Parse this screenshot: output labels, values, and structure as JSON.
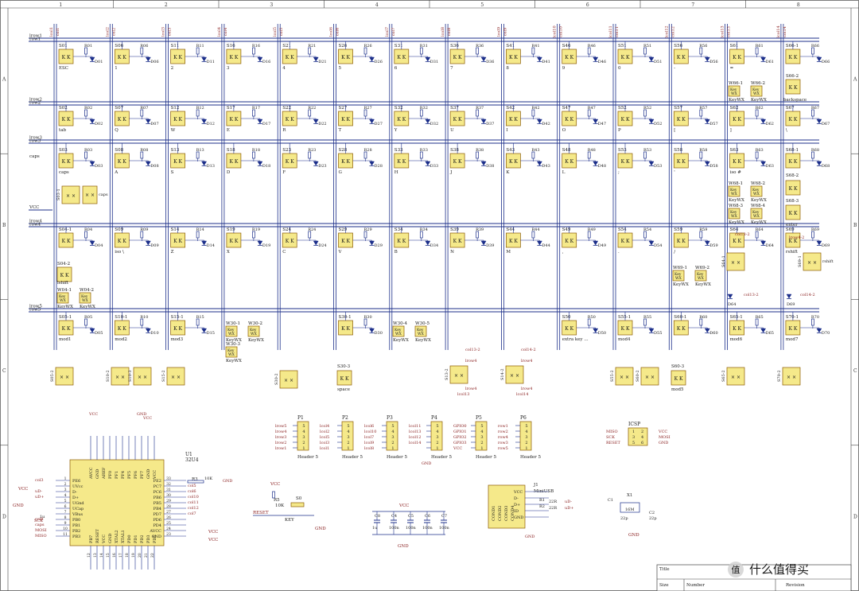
{
  "border": {
    "columns": [
      "1",
      "2",
      "3",
      "4",
      "5",
      "6",
      "7",
      "8"
    ],
    "rows": [
      "A",
      "B",
      "C",
      "D"
    ]
  },
  "colors": {
    "wire": "#1c2f8a",
    "frame": "#444444",
    "component": "#f5e98a",
    "component_stroke": "#8a5a00",
    "net_label": "#8a2020"
  },
  "column_nets": [
    "col1",
    "col2",
    "col3",
    "col4",
    "col5",
    "col6",
    "col7",
    "col8",
    "col9",
    "col10",
    "col11",
    "col12",
    "col13",
    "col14"
  ],
  "row_net_labels": [
    {
      "a": "lrow1",
      "b": "row1"
    },
    {
      "a": "lrow2",
      "b": "row2"
    },
    {
      "a": "lrow3",
      "b": "row3"
    },
    {
      "a": "lrow4",
      "b": "row4"
    },
    {
      "a": "lrow5",
      "b": "row5"
    }
  ],
  "caps_label": "caps",
  "vcc_label": "VCC",
  "matrix_rows": [
    [
      {
        "ref": "S01",
        "key": "ESC",
        "r": "R01",
        "d": "D01"
      },
      {
        "ref": "S06",
        "key": "1",
        "r": "R06",
        "d": "D06"
      },
      {
        "ref": "S11",
        "key": "2",
        "r": "R11",
        "d": "D11"
      },
      {
        "ref": "S16",
        "key": "3",
        "r": "R16",
        "d": "D16"
      },
      {
        "ref": "S21",
        "key": "4",
        "r": "R21",
        "d": "D21"
      },
      {
        "ref": "S26",
        "key": "5",
        "r": "R26",
        "d": "D26"
      },
      {
        "ref": "S31",
        "key": "6",
        "r": "R31",
        "d": "D31"
      },
      {
        "ref": "S36",
        "key": "7",
        "r": "R36",
        "d": "D36"
      },
      {
        "ref": "S41",
        "key": "8",
        "r": "R41",
        "d": "D41"
      },
      {
        "ref": "S46",
        "key": "9",
        "r": "R46",
        "d": "D46"
      },
      {
        "ref": "S51",
        "key": "0",
        "r": "R51",
        "d": "D51"
      },
      {
        "ref": "S56",
        "key": "-",
        "r": "R56",
        "d": "D56"
      },
      {
        "ref": "S61",
        "key": "=",
        "r": "R61",
        "d": "D61"
      },
      {
        "ref": "S66-1",
        "key": "",
        "r": "R66",
        "d": "D66"
      }
    ],
    [
      {
        "ref": "S02",
        "key": "tab",
        "r": "R02",
        "d": "D02"
      },
      {
        "ref": "S07",
        "key": "Q",
        "r": "R07",
        "d": "D07"
      },
      {
        "ref": "S12",
        "key": "W",
        "r": "R12",
        "d": "D12"
      },
      {
        "ref": "S17",
        "key": "E",
        "r": "R17",
        "d": "D17"
      },
      {
        "ref": "S22",
        "key": "R",
        "r": "R22",
        "d": "D22"
      },
      {
        "ref": "S27",
        "key": "T",
        "r": "R27",
        "d": "D27"
      },
      {
        "ref": "S32",
        "key": "Y",
        "r": "R32",
        "d": "D32"
      },
      {
        "ref": "S37",
        "key": "U",
        "r": "R37",
        "d": "D37"
      },
      {
        "ref": "S42",
        "key": "I",
        "r": "R42",
        "d": "D42"
      },
      {
        "ref": "S47",
        "key": "O",
        "r": "R47",
        "d": "D47"
      },
      {
        "ref": "S52",
        "key": "P",
        "r": "R52",
        "d": "D52"
      },
      {
        "ref": "S57",
        "key": "[",
        "r": "R57",
        "d": "D57"
      },
      {
        "ref": "S62",
        "key": "]",
        "r": "R62",
        "d": "D62"
      },
      {
        "ref": "S67",
        "key": "\\",
        "r": "R67",
        "d": "D67"
      }
    ],
    [
      {
        "ref": "S03",
        "key": "caps",
        "r": "R03",
        "d": "D03"
      },
      {
        "ref": "S08",
        "key": "A",
        "r": "R08",
        "d": "D08"
      },
      {
        "ref": "S13",
        "key": "S",
        "r": "R13",
        "d": "D13"
      },
      {
        "ref": "S18",
        "key": "D",
        "r": "R18",
        "d": "D18"
      },
      {
        "ref": "S23",
        "key": "F",
        "r": "R23",
        "d": "D23"
      },
      {
        "ref": "S28",
        "key": "G",
        "r": "R28",
        "d": "D28"
      },
      {
        "ref": "S33",
        "key": "H",
        "r": "R33",
        "d": "D33"
      },
      {
        "ref": "S38",
        "key": "J",
        "r": "R38",
        "d": "D38"
      },
      {
        "ref": "S43",
        "key": "K",
        "r": "R43",
        "d": "D43"
      },
      {
        "ref": "S48",
        "key": "L",
        "r": "R48",
        "d": "D48"
      },
      {
        "ref": "S53",
        "key": ";",
        "r": "R53",
        "d": "D53"
      },
      {
        "ref": "S58",
        "key": "'",
        "r": "R58",
        "d": "D58"
      },
      {
        "ref": "S63",
        "key": "iso #",
        "r": "R63",
        "d": "D63"
      },
      {
        "ref": "S68-1",
        "key": "",
        "r": "R68",
        "d": "D68"
      }
    ],
    [
      {
        "ref": "S04-1",
        "key": "",
        "r": "R04",
        "d": "D04"
      },
      {
        "ref": "S09",
        "key": "iso \\",
        "r": "R09",
        "d": "D09"
      },
      {
        "ref": "S14",
        "key": "Z",
        "r": "R14",
        "d": "D14"
      },
      {
        "ref": "S19",
        "key": "X",
        "r": "R19",
        "d": "D19"
      },
      {
        "ref": "S24",
        "key": "C",
        "r": "R24",
        "d": "D24"
      },
      {
        "ref": "S29",
        "key": "V",
        "r": "R29",
        "d": "D29"
      },
      {
        "ref": "S34",
        "key": "B",
        "r": "R34",
        "d": "D34"
      },
      {
        "ref": "S39",
        "key": "N",
        "r": "R39",
        "d": "D39"
      },
      {
        "ref": "S44",
        "key": "M",
        "r": "R44",
        "d": "D44"
      },
      {
        "ref": "S49",
        "key": ",",
        "r": "R49",
        "d": "D49"
      },
      {
        "ref": "S54",
        "key": ".",
        "r": "R54",
        "d": "D54"
      },
      {
        "ref": "S59",
        "key": "/",
        "r": "R59",
        "d": "D59"
      },
      {
        "ref": "S64",
        "key": "",
        "r": "R64",
        "d": "D64"
      },
      {
        "ref": "S69",
        "key": "rshift",
        "r": "R69",
        "d": "D69"
      }
    ],
    [
      {
        "ref": "S05-1",
        "key": "mod1",
        "r": "R05",
        "d": "D05"
      },
      {
        "ref": "S10-1",
        "key": "mod2",
        "r": "R10",
        "d": "D10"
      },
      {
        "ref": "S15-1",
        "key": "mod3",
        "r": "R15",
        "d": "D15"
      },
      {
        "ref": "",
        "key": "",
        "r": "",
        "d": ""
      },
      {
        "ref": "",
        "key": "",
        "r": "",
        "d": ""
      },
      {
        "ref": "S30-1",
        "key": "",
        "r": "R30",
        "d": "D30"
      },
      {
        "ref": "",
        "key": "",
        "r": "",
        "d": ""
      },
      {
        "ref": "",
        "key": "",
        "r": "",
        "d": ""
      },
      {
        "ref": "",
        "key": "",
        "r": "",
        "d": ""
      },
      {
        "ref": "S50",
        "key": "extra key ...",
        "r": "R50",
        "d": "D50"
      },
      {
        "ref": "S55-1",
        "key": "mod4",
        "r": "R55",
        "d": "D55"
      },
      {
        "ref": "S60-1",
        "key": "",
        "r": "R60",
        "d": "D60"
      },
      {
        "ref": "S65-1",
        "key": "mod6",
        "r": "R65",
        "d": "D65"
      },
      {
        "ref": "S70-1",
        "key": "mod7",
        "r": "R70",
        "d": "D70"
      }
    ]
  ],
  "extras": {
    "s66_2": "S66-2",
    "backspace": "backspace",
    "w66_1": "W66-1",
    "w66_2": "W66-2",
    "keywx": "KeyWX",
    "wx": "WX",
    "kk": "K K",
    "s68_2": "S68-2",
    "s68_3": "S68-3",
    "enter": "enter",
    "w68_1": "W68-1",
    "w68_2": "W68-2",
    "w68_3": "W68-3",
    "w68_4": "W68-4",
    "s03_1": "S03-1",
    "caps_key": "caps",
    "s04_2": "S04-2",
    "lshift": "lshift",
    "w04_1": "W04-1",
    "w04_2": "W04-2",
    "w69_1": "W69-1",
    "w69_2": "W69-2",
    "s64_1": "S64-1",
    "s69_1": "S69-1",
    "coll3_2": "col13-2",
    "coll4_2": "col14-2",
    "lrow4_2": "lrow4-2",
    "d64": "D64",
    "d69": "D69",
    "w30_1": "W30-1",
    "w30_2": "W30-2",
    "w30_3": "W30-3",
    "w30_4": "W30-4",
    "w30_5": "W30-5",
    "s30_2": "S30-2",
    "s30_3": "S30-3",
    "space": "space",
    "s05_2": "S05-2",
    "s10_2": "S10-2",
    "s10_3": "S10-3",
    "s15_2": "S15-2",
    "s55_2": "S55-2",
    "s60_2": "S60-2",
    "s60_3": "S60-3",
    "mod5": "mod5",
    "s65_2": "S65-2",
    "s70_2": "S70-2",
    "col13_box": "S13-2",
    "row4_a": "lrow4",
    "col13_a": "lcol13",
    "col14_box": "S14-2",
    "col14_a": "lcol14"
  },
  "mcu": {
    "ref": "U1",
    "part": "32U4",
    "left_pins": [
      "PE6",
      "UVcc",
      "D-",
      "D+",
      "UGnd",
      "UCap",
      "VBus",
      "PB0",
      "PB1",
      "PB2",
      "PB3"
    ],
    "left_nums": [
      "1",
      "2",
      "3",
      "4",
      "5",
      "6",
      "7",
      "8",
      "9",
      "10",
      "11"
    ],
    "left_nets": [
      "col3",
      "",
      "uD-",
      "uD+",
      "",
      "",
      "",
      "col8",
      "caps",
      "MOSI",
      "MISO"
    ],
    "right_pins": [
      "PE2",
      "PC7",
      "PC6",
      "PB6",
      "PB5",
      "PB4",
      "PD7",
      "PD6",
      "PD4",
      "AVCC",
      "GND"
    ],
    "right_nums": [
      "33",
      "32",
      "31",
      "30",
      "29",
      "28",
      "27",
      "26",
      "25",
      "24",
      "23"
    ],
    "right_nets": [
      "",
      "col5",
      "col6",
      "col10",
      "col11",
      "col12",
      "col7",
      "",
      ""
    ],
    "top_pins": [
      "AVCC",
      "GND",
      "AREF",
      "PF0",
      "PF1",
      "PF4",
      "PF5",
      "PF6",
      "PF7",
      "GND",
      "VCC"
    ],
    "bottom_pins": [
      "PB7",
      "RESET",
      "VCC",
      "GND",
      "XTAL2",
      "XTAL1",
      "PD0",
      "PD1",
      "PD2",
      "PD3",
      "PD5"
    ],
    "bottom_nums": [
      "12",
      "13",
      "14",
      "15",
      "16",
      "17",
      "18",
      "19",
      "20",
      "21",
      "22"
    ],
    "r3": "R3",
    "r3_val": "10K",
    "gnd": "GND",
    "vcc": "VCC",
    "cap": "1u",
    "sck": "SCK"
  },
  "headers": [
    {
      "ref": "P1",
      "name": "Header 5",
      "nets": [
        "lrow5",
        "lrow4",
        "lrow3",
        "lrow2",
        "lrow1"
      ]
    },
    {
      "ref": "P2",
      "name": "Header 5",
      "nets": [
        "lcol4",
        "lcol2",
        "lcol5",
        "lcol3",
        "lcol1"
      ]
    },
    {
      "ref": "P3",
      "name": "Header 5",
      "nets": [
        "lcol6",
        "lcol10",
        "lcol7",
        "lcol9",
        "lcol8"
      ]
    },
    {
      "ref": "P4",
      "name": "Header 5",
      "nets": [
        "lcol11",
        "lcol13",
        "lcol12",
        "lcol14",
        ""
      ]
    },
    {
      "ref": "P5",
      "name": "Header 5",
      "nets": [
        "GPIO0",
        "GPIO1",
        "GPIO2",
        "GPIO3",
        "VCC"
      ]
    },
    {
      "ref": "P6",
      "name": "Header 5",
      "nets": [
        "row1",
        "row2",
        "row4",
        "row3",
        "row5"
      ]
    }
  ],
  "icsp": {
    "ref": "ICSP",
    "left": [
      "MISO",
      "SCK",
      "RESET"
    ],
    "right": [
      "VCC",
      "MOSI",
      "GND"
    ],
    "pins": [
      "1",
      "2",
      "3",
      "4",
      "5",
      "6"
    ]
  },
  "reset_circuit": {
    "r": "R5",
    "r_val": "10K",
    "s": "S0",
    "s_name": "KEY",
    "net": "RESET",
    "vcc": "VCC",
    "gnd": "GND"
  },
  "caps_block": {
    "vcc": "VCC",
    "gnd": "GND",
    "caps": [
      {
        "ref": "C8",
        "val": "1u"
      },
      {
        "ref": "C4",
        "val": "100n"
      },
      {
        "ref": "C5",
        "val": "100n"
      },
      {
        "ref": "C6",
        "val": "100n"
      },
      {
        "ref": "C7",
        "val": "100n"
      }
    ]
  },
  "usb": {
    "ref": "J1",
    "name": "MiniUSB",
    "pins": [
      "VCC",
      "D-",
      "D+",
      "ID",
      "GND"
    ],
    "conds": [
      "COND1",
      "COND2",
      "COND3",
      "COND4"
    ],
    "r1": "R1",
    "r2": "R2",
    "rval": "22R",
    "nets": [
      "uD-",
      "uD+"
    ],
    "gnd": "GND"
  },
  "crystal": {
    "ref": "X1",
    "val": "16M",
    "c1": "C1",
    "c2": "C2",
    "cval": "22p",
    "gnd": "GND"
  },
  "title_block": {
    "title": "Title",
    "size": "Size",
    "number": "Number",
    "revision": "Revision"
  },
  "watermark": "值 什么值得买"
}
